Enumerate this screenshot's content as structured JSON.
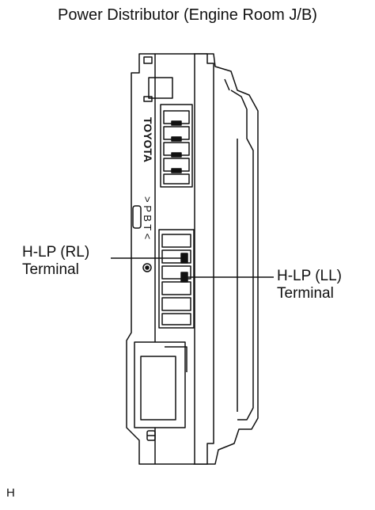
{
  "title": "Power Distributor (Engine Room J/B)",
  "component": {
    "brand_text": "TOYOTA",
    "marking_text": "> P B T <"
  },
  "callouts": {
    "left": {
      "line1": "H-LP (RL)",
      "line2": "Terminal"
    },
    "right": {
      "line1": "H-LP (LL)",
      "line2": "Terminal"
    }
  },
  "figure_code": "H"
}
